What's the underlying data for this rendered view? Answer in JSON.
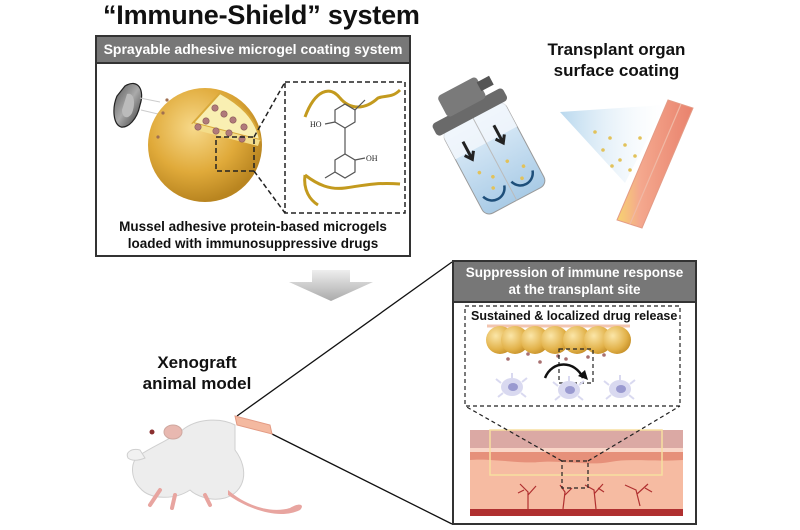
{
  "title": "“Immune-Shield” system",
  "panel_microgel": {
    "header": "Sprayable adhesive microgel coating system",
    "caption_line1": "Mussel adhesive protein-based microgels",
    "caption_line2": "loaded with immunosuppressive drugs",
    "chem_labels": {
      "ho": "HO",
      "oh": "OH"
    }
  },
  "spray_section": {
    "label_line1": "Transplant organ",
    "label_line2": "surface coating"
  },
  "animal_section": {
    "label_line1": "Xenograft",
    "label_line2": "animal model"
  },
  "panel_suppression": {
    "header_line1": "Suppression of immune response",
    "header_line2": "at the transplant site",
    "inset_label": "Sustained & localized drug release"
  },
  "icons": {
    "mussel": "mussel-shell-icon",
    "microgel": "microgel-sphere-icon",
    "spray": "spray-bottle-icon",
    "mouse": "mouse-icon",
    "arrow": "down-arrow-icon",
    "immune_cell": "immune-cell-icon",
    "tissue": "tissue-cross-section-icon"
  },
  "colors": {
    "header_bg": "#777777",
    "microgel_gold": "#d9a93a",
    "drug_dot": "#b07a7a",
    "tissue_pink": "#f4b9a0",
    "vessel_red": "#b03030"
  }
}
